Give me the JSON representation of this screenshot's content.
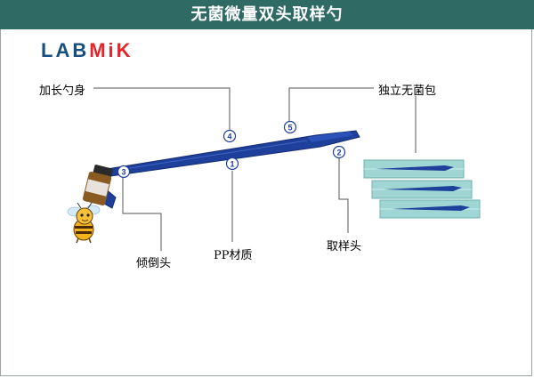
{
  "header": {
    "title": "无菌微量双头取样勺"
  },
  "brand": {
    "part1": "LAB",
    "part2": "MiK"
  },
  "labels": {
    "elongated_body": "加长勺身",
    "sterile_pack": "独立无菌包",
    "tilting_head": "倾倒头",
    "pp_material": "PP材质",
    "sampling_head": "取样头"
  },
  "markers": [
    "1",
    "2",
    "3",
    "4",
    "5"
  ],
  "colors": {
    "title_bg": "#2f6a65",
    "spoon": "#1e3f9a",
    "brand_blue": "#17507f",
    "brand_red": "#e4262c"
  }
}
